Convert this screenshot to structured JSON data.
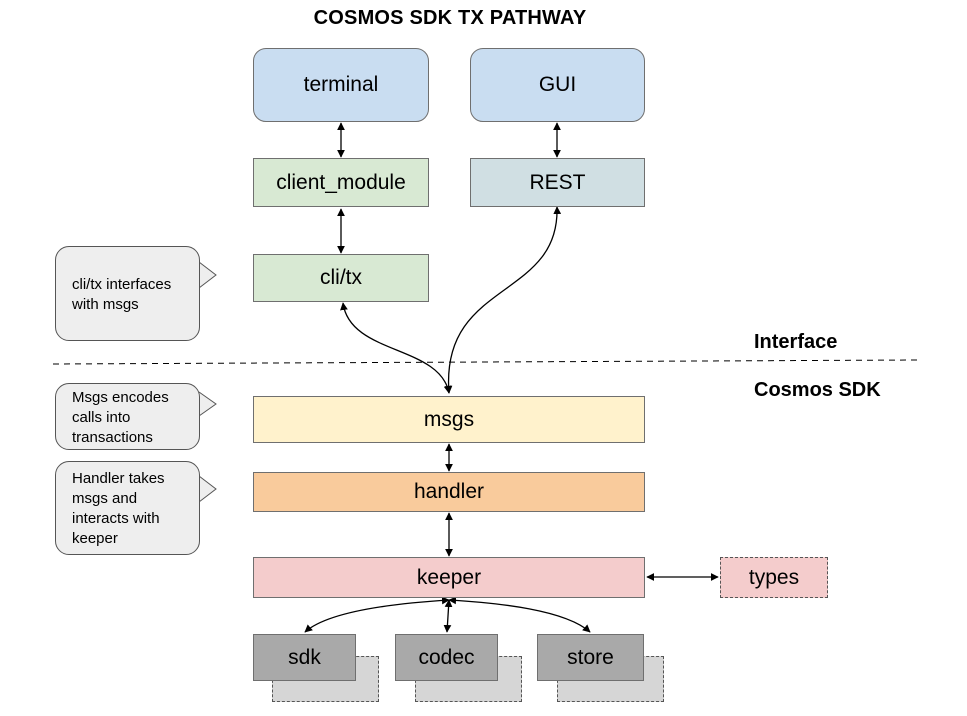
{
  "title": "COSMOS SDK TX PATHWAY",
  "nodes": {
    "terminal": "terminal",
    "gui": "GUI",
    "client_module": "client_module",
    "rest": "REST",
    "cli_tx": "cli/tx",
    "msgs": "msgs",
    "handler": "handler",
    "keeper": "keeper",
    "types": "types",
    "sdk": "sdk",
    "codec": "codec",
    "store": "store"
  },
  "sections": {
    "interface": "Interface",
    "cosmos_sdk": "Cosmos SDK"
  },
  "callouts": {
    "cli_tx": [
      "cli/tx interfaces",
      "with msgs"
    ],
    "msgs": [
      "Msgs encodes",
      "calls into",
      "transactions"
    ],
    "handler": [
      "Handler takes",
      "msgs and",
      "interacts with",
      "keeper"
    ]
  },
  "colors": {
    "client_blue": "#c9ddf1",
    "module_green": "#d8e9d3",
    "rest_slate": "#d0dfe3",
    "msgs_yellow": "#fff2cc",
    "handler_orange": "#f9cb9c",
    "keeper_pink": "#f4cccc",
    "dependency_gray": "#a9a9a9",
    "callout_gray": "#eeeeee"
  }
}
